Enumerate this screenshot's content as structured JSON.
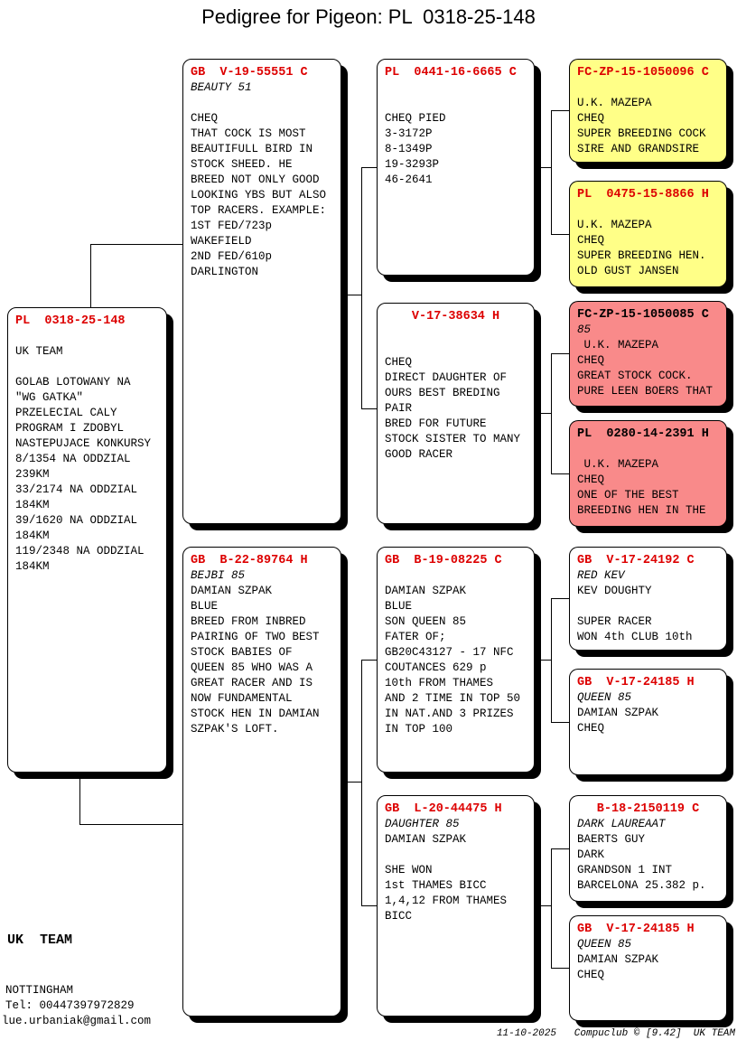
{
  "title": "Pedigree for Pigeon: PL  0318-25-148",
  "colors": {
    "red": "#dd0000",
    "black": "#000000",
    "yellow": "#ffff87",
    "pink": "#f98a8a",
    "white": "#ffffff"
  },
  "boxes": [
    {
      "name": "subject",
      "header": "PL  0318-25-148",
      "hc": "red",
      "bg": "white",
      "lines": [
        "",
        "UK TEAM",
        "",
        "GOLAB LOTOWANY NA",
        "\"WG GATKA\"",
        "PRZELECIAL CALY",
        "PROGRAM I ZDOBYL",
        "NASTEPUJACE KONKURSY",
        "8/1354 NA ODDZIAL",
        "239KM",
        "33/2174 NA ODDZIAL",
        "184KM",
        "39/1620 NA ODDZIAL",
        "184KM",
        "119/2348 NA ODDZIAL",
        "184KM"
      ]
    },
    {
      "name": "sire",
      "header": "GB  V-19-55551 C",
      "hc": "red",
      "bg": "white",
      "lines": [
        {
          "t": "BEAUTY 51",
          "i": true
        },
        "",
        "CHEQ",
        "THAT COCK IS MOST",
        "BEAUTIFULL BIRD IN",
        "STOCK SHEED. HE",
        "BREED NOT ONLY GOOD",
        "LOOKING YBS BUT ALSO",
        "TOP RACERS. EXAMPLE:",
        "1ST FED/723p",
        "WAKEFIELD",
        "2ND FED/610p",
        "DARLINGTON"
      ]
    },
    {
      "name": "dam",
      "header": "GB  B-22-89764 H",
      "hc": "red",
      "bg": "white",
      "lines": [
        {
          "t": "BEJBI 85",
          "i": true
        },
        "DAMIAN SZPAK",
        "BLUE",
        "BREED FROM INBRED",
        "PAIRING OF TWO BEST",
        "STOCK BABIES OF",
        "QUEEN 85 WHO WAS A",
        "GREAT RACER AND IS",
        "NOW FUNDAMENTAL",
        "STOCK HEN IN DAMIAN",
        "SZPAK'S LOFT."
      ]
    },
    {
      "name": "sire-sire",
      "header": "PL  0441-16-6665 C",
      "hc": "red",
      "bg": "white",
      "lines": [
        "",
        "",
        "CHEQ PIED",
        "3-3172P",
        "8-1349P",
        "19-3293P",
        "46-2641"
      ]
    },
    {
      "name": "sire-dam",
      "header": "V-17-38634 H",
      "hc": "red",
      "bg": "white",
      "center": true,
      "lines": [
        "",
        "",
        "CHEQ",
        "DIRECT DAUGHTER OF",
        "OURS BEST BREDING",
        "PAIR",
        "BRED FOR FUTURE",
        "STOCK SISTER TO MANY",
        "GOOD RACER"
      ]
    },
    {
      "name": "dam-sire",
      "header": "GB  B-19-08225 C",
      "hc": "red",
      "bg": "white",
      "lines": [
        "",
        "DAMIAN SZPAK",
        "BLUE",
        "SON QUEEN 85",
        "FATER OF;",
        "GB20C43127 - 17 NFC",
        "COUTANCES 629 p",
        "10th FROM THAMES",
        "AND 2 TIME IN TOP 50",
        "IN NAT.AND 3 PRIZES",
        "IN TOP 100"
      ]
    },
    {
      "name": "dam-dam",
      "header": "GB  L-20-44475 H",
      "hc": "red",
      "bg": "white",
      "lines": [
        {
          "t": "DAUGHTER 85",
          "i": true
        },
        "DAMIAN SZPAK",
        "",
        "SHE WON",
        "1st THAMES BICC",
        "1,4,12 FROM THAMES",
        "BICC"
      ]
    },
    {
      "name": "ss-sire",
      "header": "FC-ZP-15-1050096 C",
      "hc": "red",
      "bg": "yellow",
      "lines": [
        "",
        "U.K. MAZEPA",
        "CHEQ",
        "SUPER BREEDING COCK",
        "SIRE AND GRANDSIRE"
      ]
    },
    {
      "name": "ss-dam",
      "header": "PL  0475-15-8866 H",
      "hc": "red",
      "bg": "yellow",
      "lines": [
        "",
        "U.K. MAZEPA",
        "CHEQ",
        "SUPER BREEDING HEN.",
        "OLD GUST JANSEN"
      ]
    },
    {
      "name": "sd-sire",
      "header": "FC-ZP-15-1050085 C",
      "hc": "black",
      "bg": "pink",
      "lines": [
        {
          "t": "85",
          "i": true
        },
        " U.K. MAZEPA",
        "CHEQ",
        "GREAT STOCK COCK.",
        "PURE LEEN BOERS THAT"
      ]
    },
    {
      "name": "sd-dam",
      "header": "PL  0280-14-2391 H",
      "hc": "black",
      "bg": "pink",
      "lines": [
        "",
        " U.K. MAZEPA",
        "CHEQ",
        "ONE OF THE BEST",
        "BREEDING HEN IN THE"
      ]
    },
    {
      "name": "ds-sire",
      "header": "GB  V-17-24192 C",
      "hc": "red",
      "bg": "white",
      "lines": [
        {
          "t": "RED KEV",
          "i": true
        },
        "KEV DOUGHTY",
        "",
        "SUPER RACER",
        "WON 4th CLUB 10th"
      ]
    },
    {
      "name": "ds-dam",
      "header": "GB  V-17-24185 H",
      "hc": "red",
      "bg": "white",
      "lines": [
        {
          "t": "QUEEN 85",
          "i": true
        },
        "DAMIAN SZPAK",
        "CHEQ"
      ]
    },
    {
      "name": "dd-sire",
      "header": "B-18-2150119 C",
      "hc": "red",
      "bg": "white",
      "center": true,
      "lines": [
        {
          "t": "DARK LAUREAAT",
          "i": true
        },
        "BAERTS GUY",
        "DARK",
        "GRANDSON 1 INT",
        "BARCELONA 25.382 p."
      ]
    },
    {
      "name": "dd-dam",
      "header": "GB  V-17-24185 H",
      "hc": "red",
      "bg": "white",
      "lines": [
        {
          "t": "QUEEN 85",
          "i": true
        },
        "DAMIAN SZPAK",
        "CHEQ"
      ]
    }
  ],
  "footer": {
    "owner": "UK  TEAM",
    "city": "NOTTINGHAM",
    "tel": "Tel: 00447397972829",
    "email": "lue.urbaniak@gmail.com",
    "print_info": "11-10-2025   Compuclub © [9.42]  UK TEAM"
  }
}
